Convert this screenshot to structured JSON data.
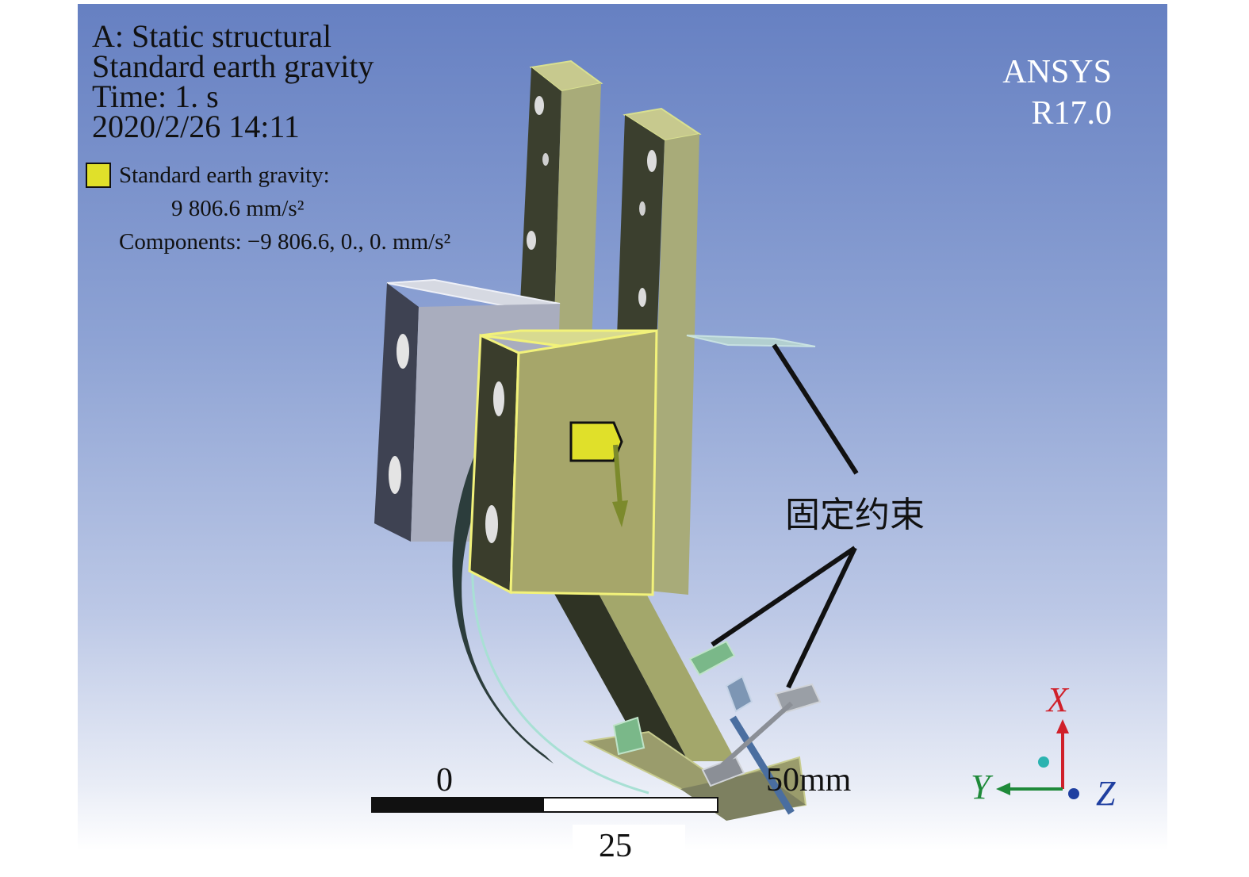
{
  "header": {
    "analysis": "A: Static structural",
    "load": "Standard earth gravity",
    "time": "Time: 1. s",
    "datetime": "2020/2/26 14:11"
  },
  "legend": {
    "label": "Standard earth gravity:",
    "magnitude": "9 806.6 mm/s²",
    "components": "Components: −9 806.6, 0., 0.  mm/s²",
    "swatch_color": "#e0e02a"
  },
  "brand": {
    "name": "ANSYS",
    "version": "R17.0"
  },
  "annotation": {
    "label": "固定约束"
  },
  "scale_bar": {
    "start": "0",
    "end": "50mm",
    "mid": "25"
  },
  "triad": {
    "x": "X",
    "y": "Y",
    "z": "Z",
    "x_color": "#d0202a",
    "y_color": "#1f8a3a",
    "z_color": "#1f3fa0"
  }
}
